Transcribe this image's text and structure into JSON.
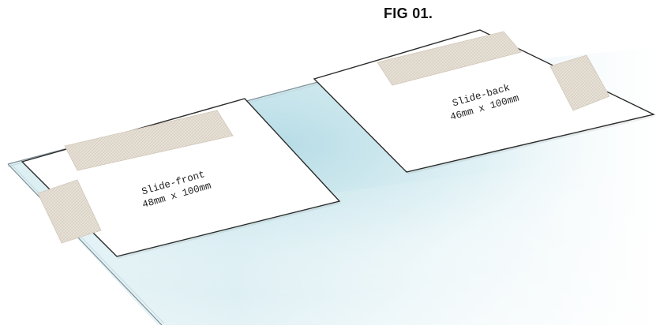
{
  "figure": {
    "title": "FIG 01."
  },
  "slides": [
    {
      "name": "Slide-front",
      "size": "48mm x 100mm"
    },
    {
      "name": "Slide-back",
      "size": "46mm x 100mm"
    }
  ]
}
